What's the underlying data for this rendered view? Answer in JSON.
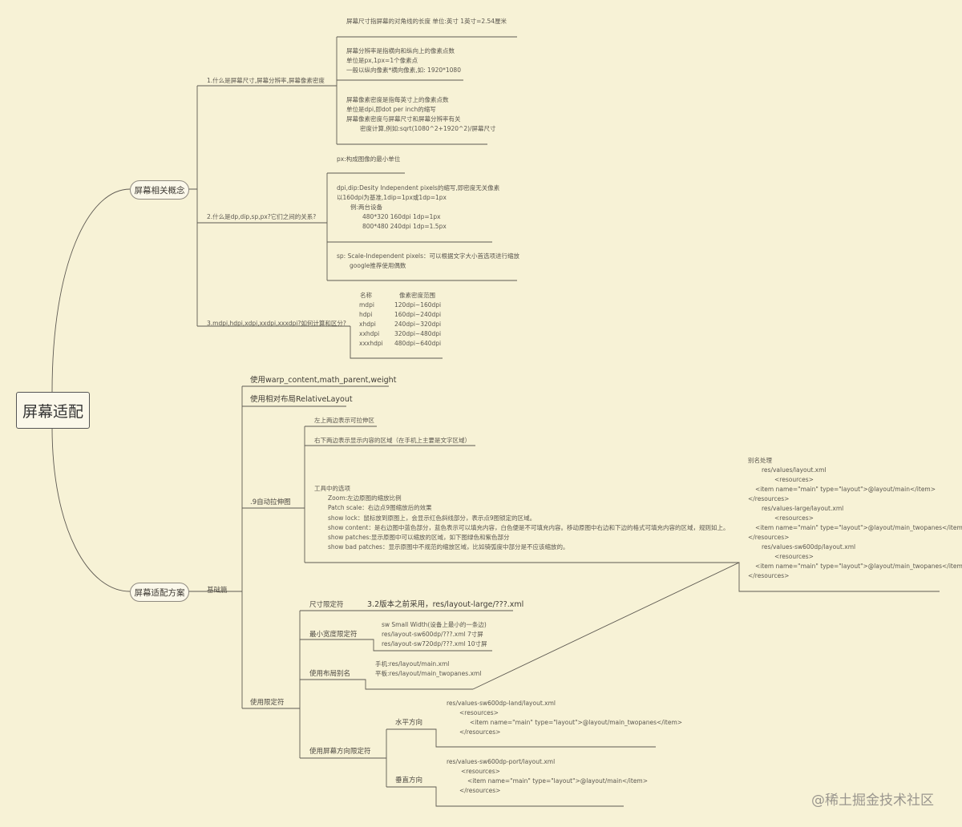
{
  "root": "屏幕适配",
  "concepts": {
    "label": "屏幕相关概念",
    "q1": {
      "label": "1.什么是屏幕尺寸,屏幕分辨率,屏幕像素密度",
      "size_note": "屏幕尺寸指屏幕的对角线的长度     单位:英寸    1英寸=2.54厘米",
      "resolution": [
        "屏幕分辨率是指横向和纵向上的像素点数",
        "单位是px,1px=1个像素点",
        "一般以纵向像素*横向像素,如: 1920*1080"
      ],
      "density": [
        "屏幕像素密度是指每英寸上的像素点数",
        "单位是dpi,即dot per inch的缩写",
        "屏幕像素密度与屏幕尺寸和屏幕分辨率有关",
        "密度计算,例如:sqrt(1080^2+1920^2)/屏幕尺寸"
      ]
    },
    "q2": {
      "label": "2.什么是dp,dip,sp,px?它们之间的关系?",
      "px": "px:构成图像的最小单位",
      "dip": [
        "dpi,dip:Desity Independent pixels的缩写,即密度无关像素",
        "以160dpi为基准,1dip=1px或1dp=1px",
        "例:两台设备",
        "480*320  160dpi  1dp=1px",
        "800*480  240dpi  1dp=1.5px"
      ],
      "sp": [
        "sp:  Scale-Independent pixels：可以根据文字大小首选项进行缩放",
        "google推荐使用偶数"
      ]
    },
    "q3": {
      "label": "3.mdpi,hdpi,xdpi,xxdpi,xxxdpi?如何计算和区分?",
      "headers": [
        "名称",
        "像素密度范围"
      ],
      "rows": [
        [
          "mdpi",
          "120dpi~160dpi"
        ],
        [
          "hdpi",
          "160dpi~240dpi"
        ],
        [
          "xhdpi",
          "240dpi~320dpi"
        ],
        [
          "xxhdpi",
          "320dpi~480dpi"
        ],
        [
          "xxxhdpi",
          "480dpi~640dpi"
        ]
      ]
    }
  },
  "solutions": {
    "label": "屏幕适配方案",
    "basic": "基础篇",
    "wrap": "使用warp_content,math_parent,weight",
    "relative": "使用相对布局RelativeLayout",
    "ninepatch": {
      "label": ".9自动拉伸图",
      "left_top": "左上两边表示可拉伸区",
      "right_bottom": "右下两边表示显示内容的区域（在手机上主要是文字区域）",
      "tools": [
        "工具中的选项",
        "Zoom:左边原图的缩放比例",
        "Patch scale：右边点9图缩放后的效果",
        "show lock：鼠标放到原图上，会显示红色斜线部分，表示点9图锁定的区域。",
        "show content：是右边图中蓝色部分，蓝色表示可以填充内容，白色便是不可填充内容。移动原图中右边和下边的格式可填充内容的区域，规则如上。",
        "show patches:显示原图中可以缩放的区域，如下图绿色和紫色部分",
        "show bad patches：显示原图中不规范的缩放区域，比如骑弧度中部分是不应该缩放的。"
      ]
    },
    "qualifier": {
      "label": "使用限定符",
      "size": {
        "label": "尺寸限定符",
        "value": "3.2版本之前采用，res/layout-large/???.xml"
      },
      "min_width": {
        "label": "最小宽度限定符",
        "lines": [
          "sw   Small Width(设备上最小的一条边)",
          "res/layout-sw600dp/???.xml       7寸屏",
          "res/layout-sw720dp/???.xml       10寸屏"
        ]
      },
      "alias": {
        "label": "使用布局别名",
        "lines": [
          "手机:res/layout/main.xml",
          "平板:res/layout/main_twopanes.xml"
        ]
      },
      "alias_detail": [
        "别名处理",
        "res/values/layout.xml",
        "<resources>",
        "<item name=\"main\" type=\"layout\">@layout/main</item>",
        "</resources>",
        "res/values-large/layout.xml",
        "<resources>",
        "<item name=\"main\" type=\"layout\">@layout/main_twopanes</item>",
        "</resources>",
        "res/values-sw600dp/layout.xml",
        "<resources>",
        "<item name=\"main\" type=\"layout\">@layout/main_twopanes</item>",
        "</resources>"
      ],
      "orientation": {
        "label": "使用屏幕方向限定符",
        "horizontal": {
          "label": "水平方向",
          "lines": [
            "res/values-sw600dp-land/layout.xml",
            "<resources>",
            "<item name=\"main\" type=\"layout\">@layout/main_twopanes</item>",
            "</resources>"
          ]
        },
        "vertical": {
          "label": "垂直方向",
          "lines": [
            "res/values-sw600dp-port/layout.xml",
            "<resources>",
            "<item name=\"main\" type=\"layout\">@layout/main</item>",
            "</resources>"
          ]
        }
      }
    }
  },
  "watermark": "@稀土掘金技术社区"
}
